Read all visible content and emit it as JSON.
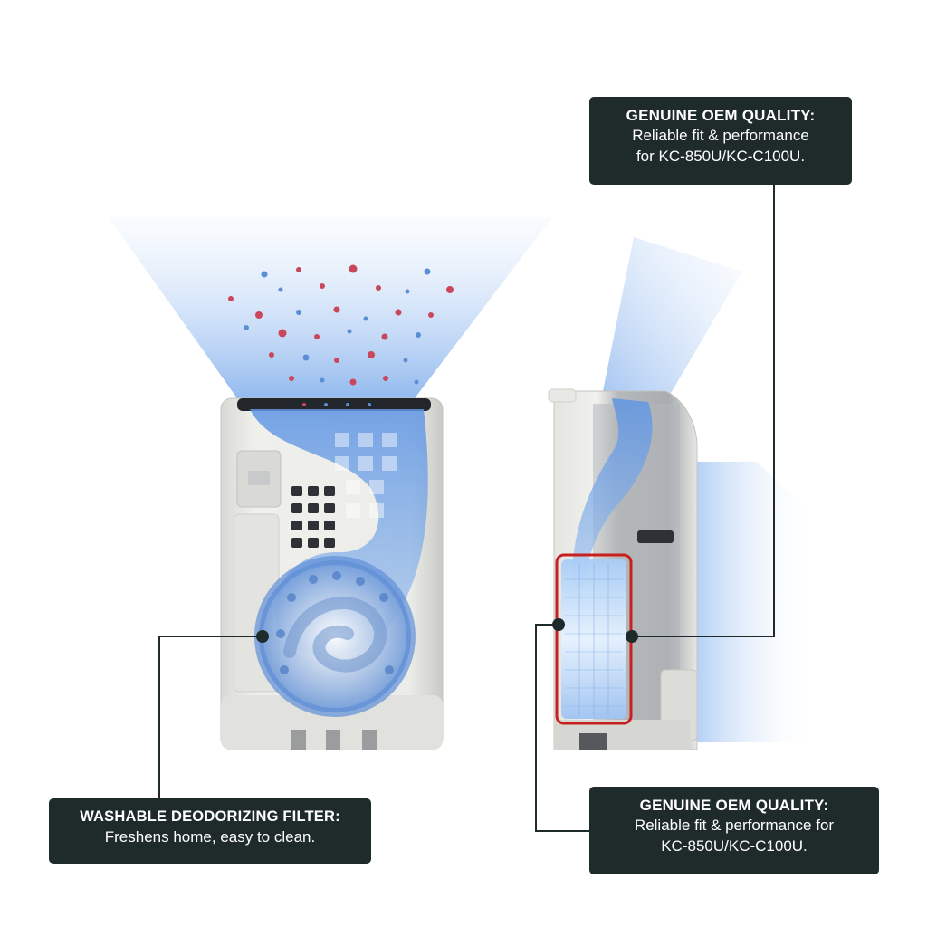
{
  "callouts": {
    "top_right": {
      "title": "GENUINE OEM QUALITY:",
      "line1": "Reliable fit & performance",
      "line2": "for KC-850U/KC-C100U."
    },
    "bottom_left": {
      "title": "WASHABLE DEODORIZING FILTER:",
      "line1": "Freshens home, easy to clean."
    },
    "bottom_right": {
      "title": "GENUINE OEM QUALITY:",
      "line1": "Reliable fit & performance for",
      "line2": "KC-850U/KC-C100U."
    }
  },
  "colors": {
    "callout_bg": "#1f2a2b",
    "callout_text": "#ffffff",
    "airflow_blue": "#8fb9ee",
    "highlight_red": "#c8201f",
    "body_light": "#e9e9e6",
    "body_grey": "#b9bcbe"
  }
}
